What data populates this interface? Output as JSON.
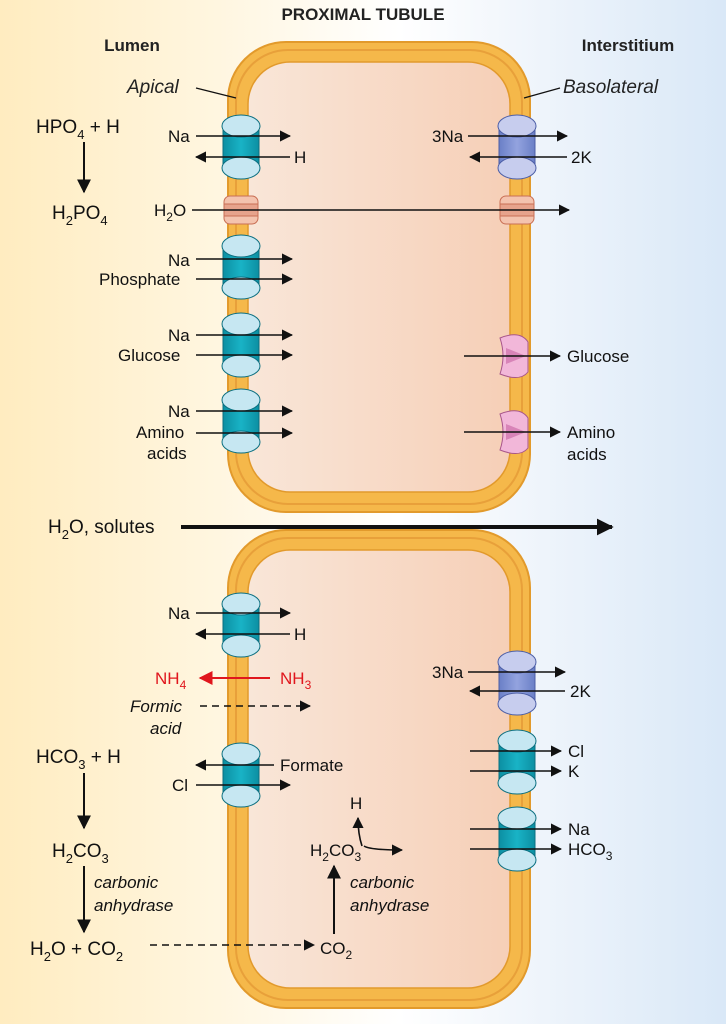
{
  "title": "PROXIMAL TUBULE",
  "regions": {
    "lumen": "Lumen",
    "interstitium": "Interstitium",
    "apical": "Apical",
    "basolateral": "Basolateral"
  },
  "colors": {
    "membrane": "#f5b84a",
    "membrane_dark": "#e19a2a",
    "cytoplasm": "#f7d7c4",
    "lumen_bg": "#fff1cc",
    "interstitium_bg": "#dbe9f7",
    "channel_teal": "#12a4b7",
    "channel_cap": "#c6e7f2",
    "pump_blue": "#7b8fd2",
    "pump_cap": "#c7cdee",
    "aquaporin": "#e7a38c",
    "glucose_carrier": "#f2b7d9",
    "nh_red": "#e0161d"
  },
  "cell1": {
    "lumen_left": {
      "a1": "HPO",
      "a1_sub": "4",
      "a1_rest": " + H",
      "a2": "H",
      "a2_sub": "2",
      "a2_mid": "PO",
      "a2_sub2": "4"
    },
    "apical": {
      "nah_na": "Na",
      "nah_h": "H",
      "h2o_h": "H",
      "h2o_sub": "2",
      "h2o_o": "O",
      "phos_na": "Na",
      "phos": "Phosphate",
      "glu_na": "Na",
      "glu": "Glucose",
      "aa_na": "Na",
      "aa_1": "Amino",
      "aa_2": "acids"
    },
    "basolateral": {
      "pump_na": "3Na",
      "pump_k": "2K",
      "glu": "Glucose",
      "aa_1": "Amino",
      "aa_2": "acids"
    }
  },
  "paracellular": {
    "h": "H",
    "sub": "2",
    "rest": "O, solutes"
  },
  "cell2": {
    "apical": {
      "nah_na": "Na",
      "nah_h": "H",
      "nh4": "NH",
      "nh4_sub": "4",
      "nh3": "NH",
      "nh3_sub": "3",
      "formic_1": "Formic",
      "formic_2": "acid",
      "formate": "Formate",
      "cl": "Cl"
    },
    "lumen_left": {
      "hco3": "HCO",
      "hco3_sub": "3",
      "hco3_rest": " + H",
      "h2co3": "H",
      "h2co3_sub": "2",
      "h2co3_mid": "CO",
      "h2co3_sub2": "3",
      "ca_1": "carbonic",
      "ca_2": "anhydrase",
      "h2o": "H",
      "h2o_sub": "2",
      "h2o_rest": "O + CO",
      "co2_sub": "2"
    },
    "intracellular": {
      "co2": "CO",
      "co2_sub": "2",
      "h2co3": "H",
      "h2co3_sub": "2",
      "h2co3_mid": "CO",
      "h2co3_sub2": "3",
      "h": "H",
      "ca_1": "carbonic",
      "ca_2": "anhydrase"
    },
    "basolateral": {
      "pump_na": "3Na",
      "pump_k": "2K",
      "cl": "Cl",
      "k": "K",
      "na": "Na",
      "hco3": "HCO",
      "hco3_sub": "3"
    }
  }
}
